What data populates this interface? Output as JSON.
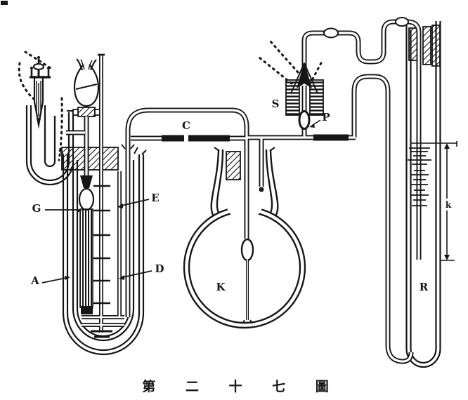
{
  "figure": {
    "type": "scientific-apparatus-line-drawing",
    "caption": {
      "display": "第 二 十 七 圖",
      "text": "第二十七圖",
      "meaning": "Figure 27"
    },
    "labels": [
      {
        "id": "A",
        "text": "A"
      },
      {
        "id": "C",
        "text": "C"
      },
      {
        "id": "D",
        "text": "D"
      },
      {
        "id": "E",
        "text": "E"
      },
      {
        "id": "G",
        "text": "G"
      },
      {
        "id": "K",
        "text": "K"
      },
      {
        "id": "P",
        "text": "P"
      },
      {
        "id": "R",
        "text": "R"
      },
      {
        "id": "S",
        "text": "S"
      },
      {
        "id": "k",
        "text": "k"
      }
    ],
    "colors": {
      "ink": "#161616",
      "paper": "#ffffff"
    }
  }
}
